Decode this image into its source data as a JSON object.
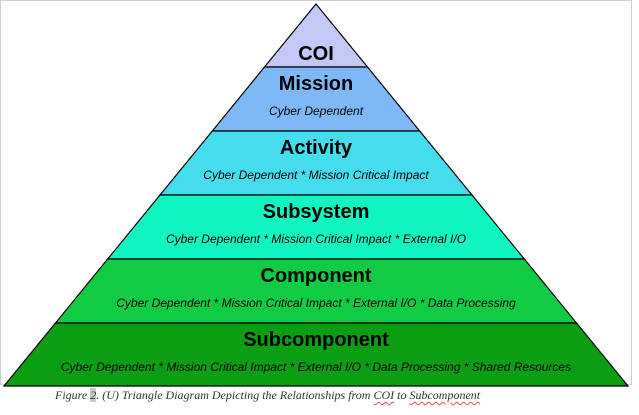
{
  "levels": [
    {
      "title": "COI",
      "subtitle": "",
      "fill": "#c4c8f6"
    },
    {
      "title": "Mission",
      "subtitle": "Cyber Dependent",
      "fill": "#7fb8f7"
    },
    {
      "title": "Activity",
      "subtitle": "Cyber Dependent * Mission Critical Impact",
      "fill": "#44ddee"
    },
    {
      "title": "Subsystem",
      "subtitle": "Cyber Dependent * Mission Critical Impact * External I/O",
      "fill": "#11f5c0"
    },
    {
      "title": "Component",
      "subtitle": "Cyber Dependent * Mission Critical Impact * External I/O * Data Processing",
      "fill": "#10cc44"
    },
    {
      "title": "Subcomponent",
      "subtitle": "Cyber Dependent * Mission Critical Impact * External I/O * Data Processing * Shared Resources",
      "fill": "#0a9e12"
    }
  ],
  "caption": {
    "prefix": "Figure ",
    "number": "2",
    "middle": ". (U) Triangle Diagram Depicting the Relationships from ",
    "coi": "COI",
    "to": " to ",
    "end": "Subcomponent"
  }
}
